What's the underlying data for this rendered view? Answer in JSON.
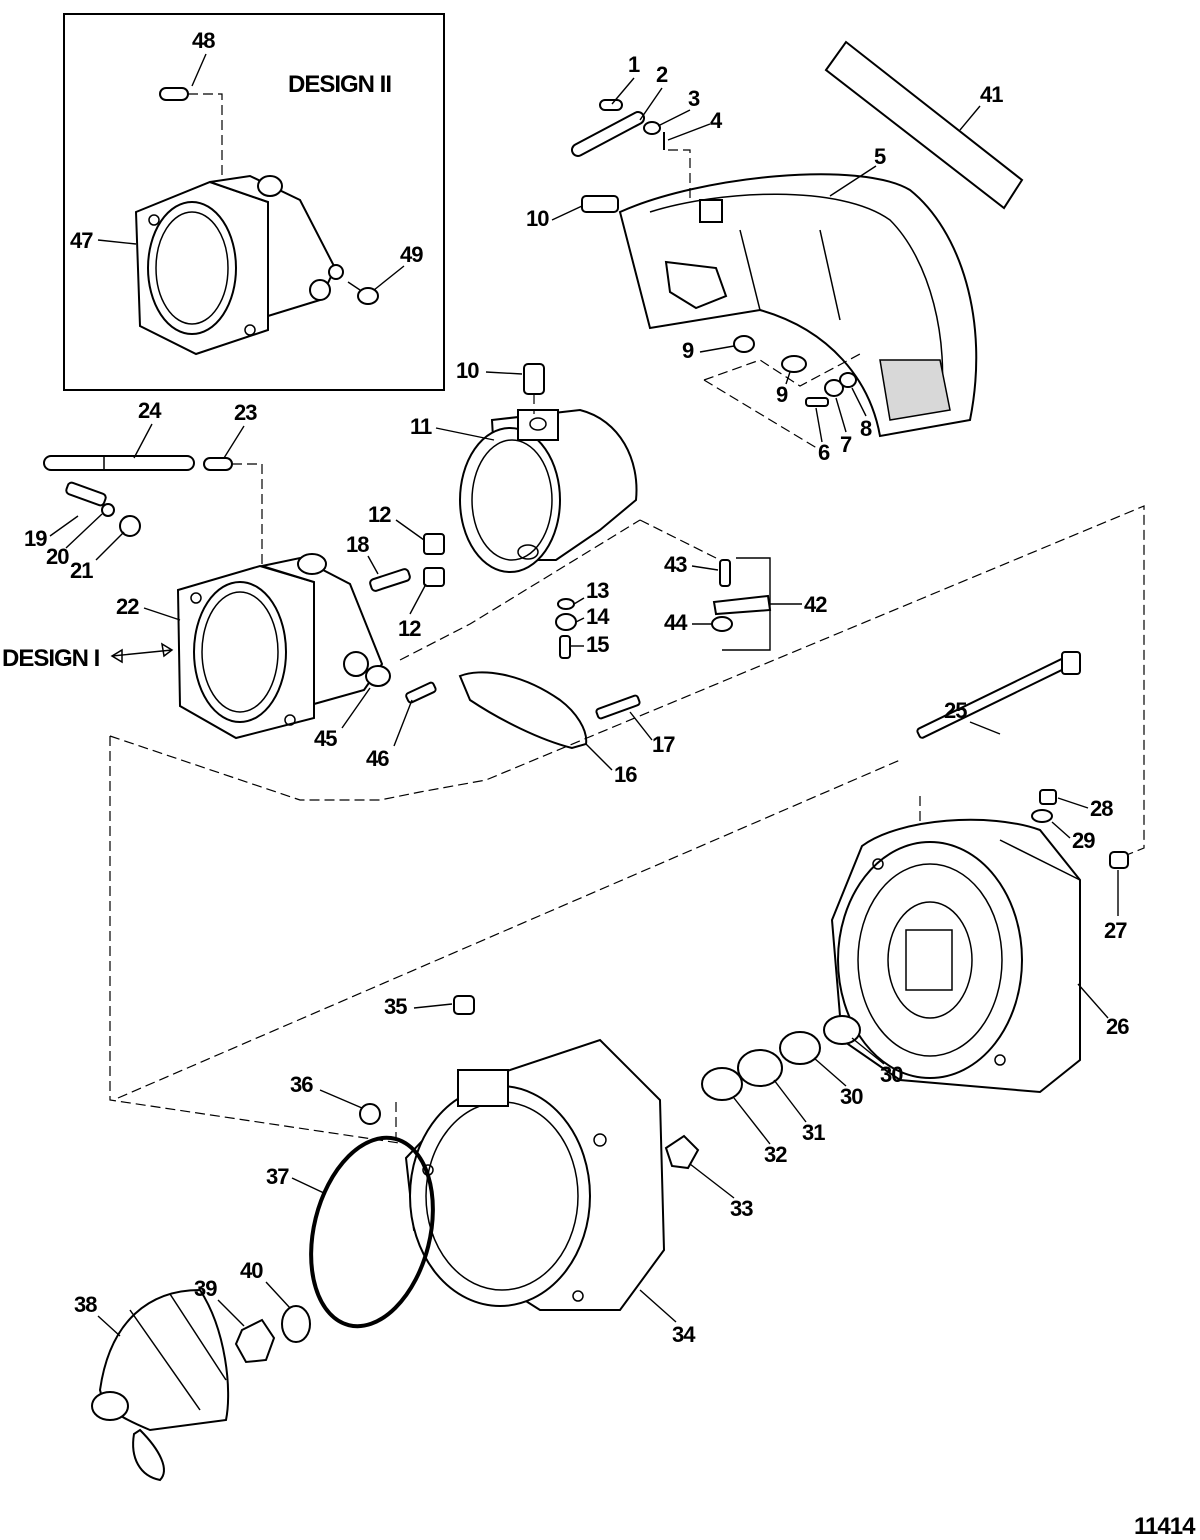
{
  "design_labels": {
    "design_ii": "DESIGN II",
    "design_i": "DESIGN I"
  },
  "figure_number": "11414",
  "callouts": {
    "c1": "1",
    "c2": "2",
    "c3": "3",
    "c4": "4",
    "c5": "5",
    "c6": "6",
    "c7": "7",
    "c8": "8",
    "c9a": "9",
    "c9b": "9",
    "c10a": "10",
    "c10b": "10",
    "c11": "11",
    "c12a": "12",
    "c12b": "12",
    "c13": "13",
    "c14": "14",
    "c15": "15",
    "c16": "16",
    "c17": "17",
    "c18": "18",
    "c19": "19",
    "c20": "20",
    "c21": "21",
    "c22": "22",
    "c23": "23",
    "c24": "24",
    "c25": "25",
    "c26": "26",
    "c27": "27",
    "c28": "28",
    "c29": "29",
    "c30a": "30",
    "c30b": "30",
    "c31": "31",
    "c32": "32",
    "c33": "33",
    "c34": "34",
    "c35": "35",
    "c36": "36",
    "c37": "37",
    "c38": "38",
    "c39": "39",
    "c40": "40",
    "c41": "41",
    "c42": "42",
    "c43": "43",
    "c44": "44",
    "c45": "45",
    "c46": "46",
    "c47": "47",
    "c48": "48",
    "c49": "49"
  }
}
